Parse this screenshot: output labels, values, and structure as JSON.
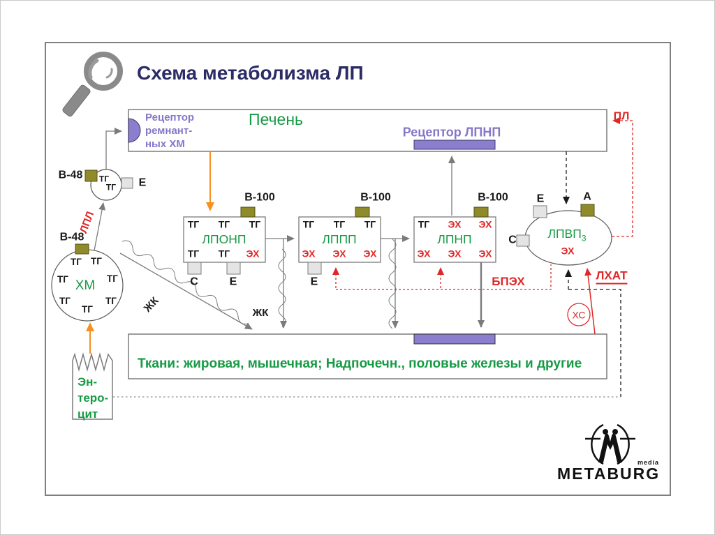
{
  "title": "Схема метаболизма ЛП",
  "liver": {
    "name": "Печень",
    "remnant_receptor": [
      "Рецептор",
      "ремнант-",
      "ных ХМ"
    ],
    "ldl_receptor": "Рецептор ЛПНП"
  },
  "labels": {
    "pl": "ПЛ",
    "lpl": "ЛПЛ",
    "zhk_left": "ЖК",
    "zhk_mid": "ЖК",
    "bpeh": "БПЭХ",
    "lhat": "ЛХАТ",
    "hs": "ХС"
  },
  "remnant": {
    "apo_b": "B-48",
    "apo_e": "E",
    "tg": [
      "ТГ",
      "ТГ"
    ]
  },
  "chylomicron": {
    "name": "ХМ",
    "apo_b": "B-48",
    "tg": [
      "ТГ",
      "ТГ",
      "ТГ",
      "ТГ",
      "ТГ",
      "ТГ",
      "ТГ"
    ]
  },
  "vldl": {
    "name": "ЛПОНП",
    "apo_b": "B-100",
    "row1": [
      "ТГ",
      "ТГ",
      "ТГ"
    ],
    "row2": [
      "ТГ",
      "ТГ",
      "ЭХ"
    ],
    "apo_c": "C",
    "apo_e": "E"
  },
  "idl": {
    "name": "ЛППП",
    "apo_b": "B-100",
    "row1": [
      "ТГ",
      "ТГ",
      "ТГ"
    ],
    "row2": [
      "ЭХ",
      "ЭХ",
      "ЭХ"
    ],
    "apo_e": "E"
  },
  "ldl": {
    "name": "ЛПНП",
    "apo_b": "B-100",
    "row1": [
      "ТГ",
      "ЭХ",
      "ЭХ"
    ],
    "row2": [
      "ЭХ",
      "ЭХ",
      "ЭХ"
    ]
  },
  "hdl": {
    "name": "ЛПВП",
    "sub": "3",
    "content": "ЭХ",
    "apo_e": "Е",
    "apo_a": "А",
    "apo_c": "С"
  },
  "tissues": "Ткани: жировая, мышечная; Надпочечн., половые железы и другие",
  "enterocyte": [
    "Эн-",
    "теро-",
    "цит"
  ],
  "logo": {
    "name": "METABURG",
    "tag": "media"
  },
  "colors": {
    "green": "#169a44",
    "red": "#e02727",
    "purple_text": "#8677c8",
    "purple_fill": "#8b7ece",
    "navy": "#2b2b66",
    "olive": "#8f8b2b",
    "orange": "#f59120",
    "line_gray": "#7b7b7b"
  }
}
